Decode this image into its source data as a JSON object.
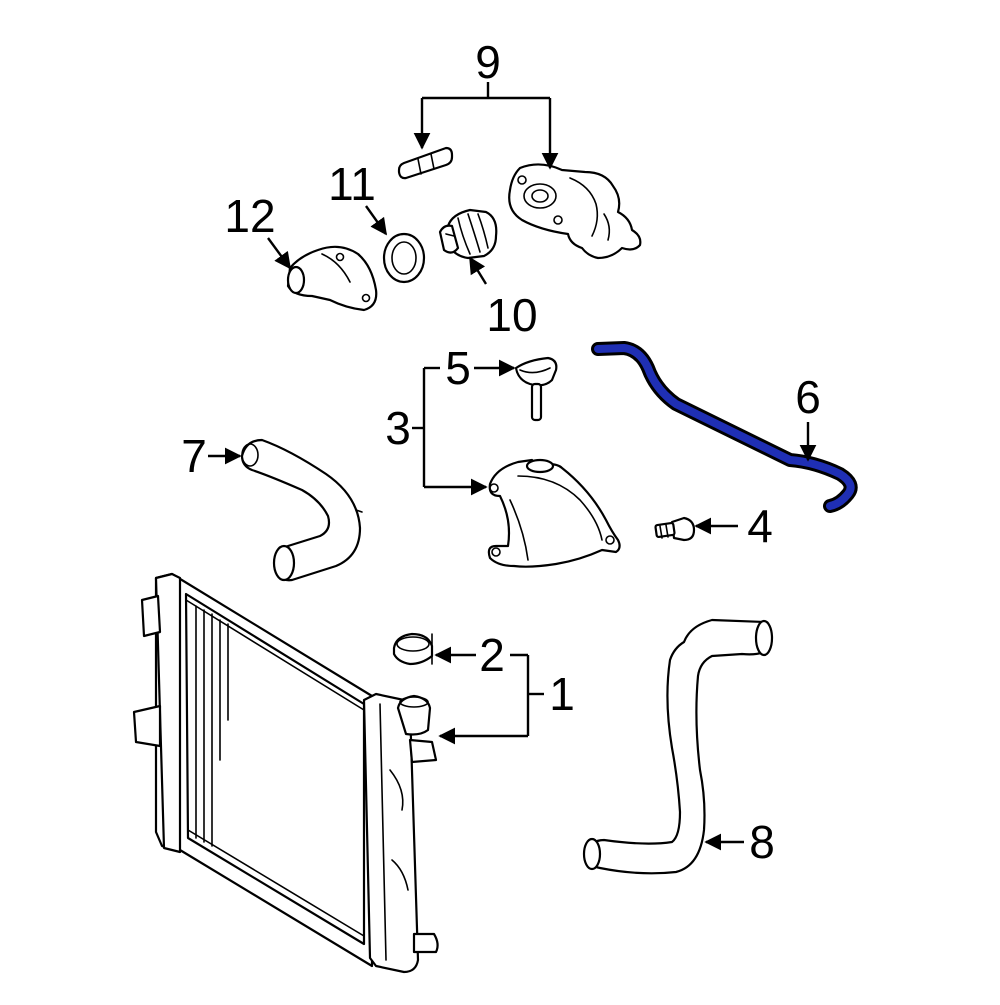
{
  "callouts": {
    "c1": "1",
    "c2": "2",
    "c3": "3",
    "c4": "4",
    "c5": "5",
    "c6": "6",
    "c7": "7",
    "c8": "8",
    "c9": "9",
    "c10": "10",
    "c11": "11",
    "c12": "12"
  },
  "colors": {
    "highlight": "#1f2fb4",
    "line": "#000000",
    "background": "#ffffff"
  }
}
